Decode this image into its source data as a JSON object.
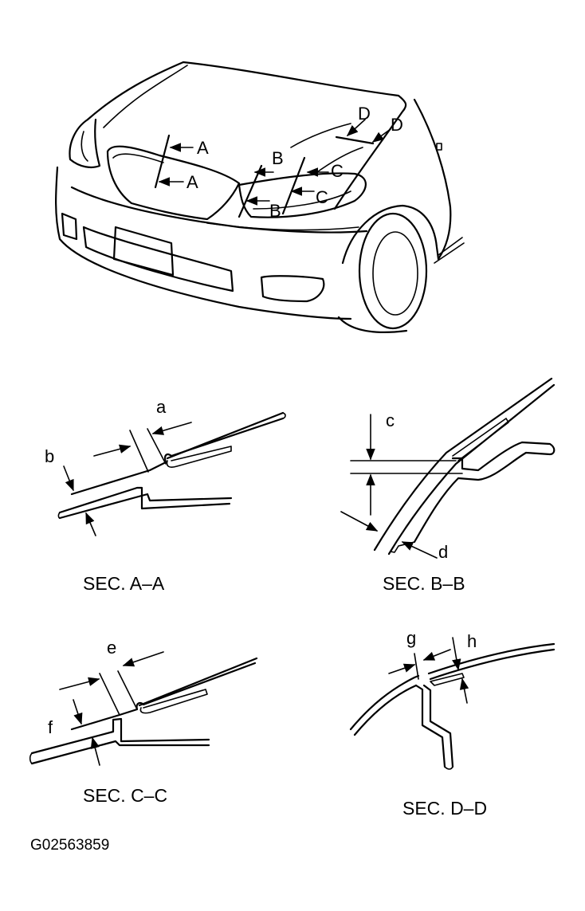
{
  "car_view": {
    "labels": [
      "A",
      "A",
      "B",
      "B",
      "C",
      "C",
      "D",
      "D"
    ]
  },
  "sections": {
    "aa": {
      "caption": "SEC. A–A",
      "labels": [
        "a",
        "b"
      ]
    },
    "bb": {
      "caption": "SEC. B–B",
      "labels": [
        "c",
        "d"
      ]
    },
    "cc": {
      "caption": "SEC. C–C",
      "labels": [
        "e",
        "f"
      ]
    },
    "dd": {
      "caption": "SEC. D–D",
      "labels": [
        "g",
        "h"
      ]
    }
  },
  "figure_code": "G02563859"
}
